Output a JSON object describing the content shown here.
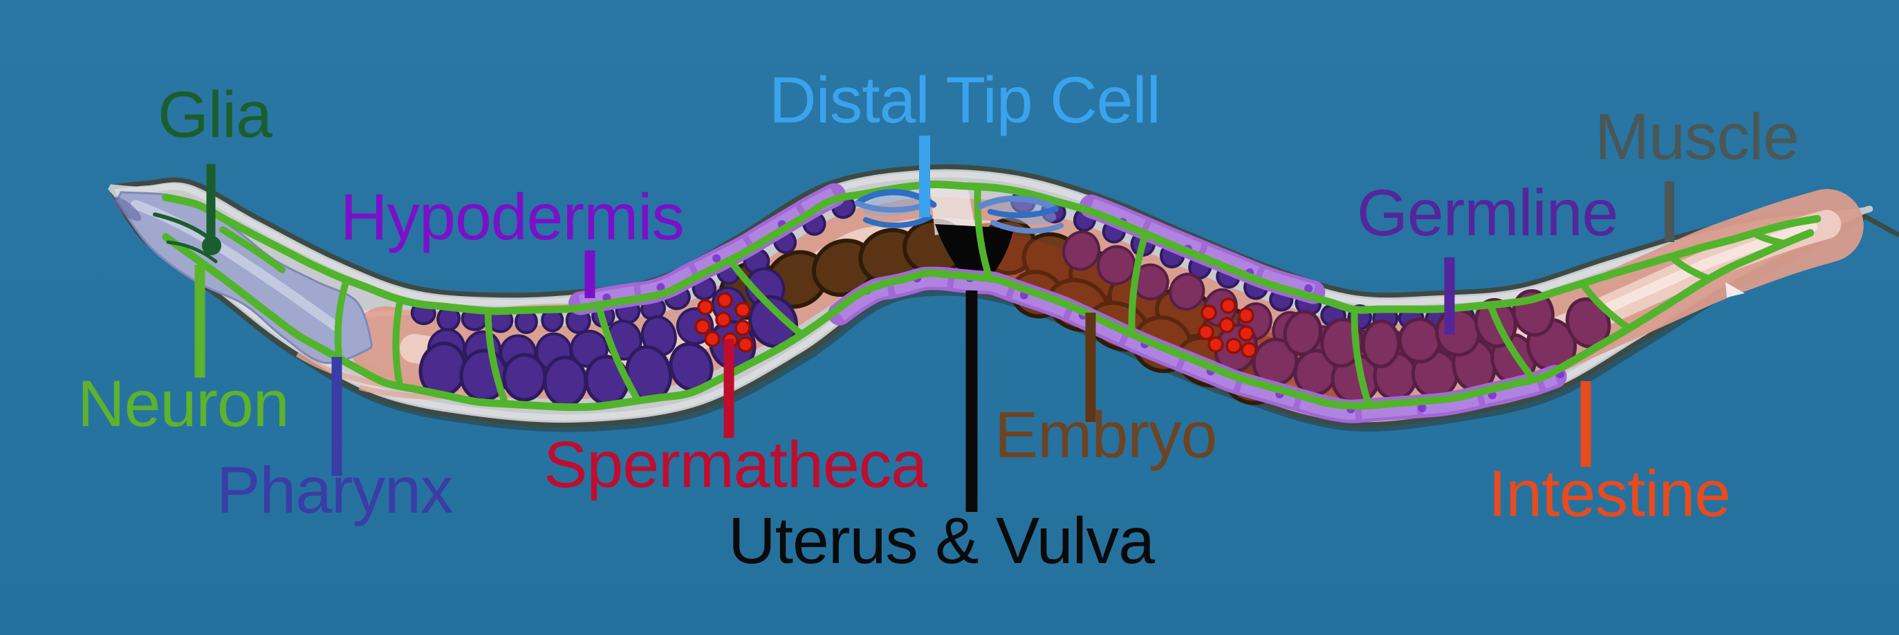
{
  "labels": {
    "glia": {
      "text": "Glia",
      "color": "#1a5e2e"
    },
    "neuron": {
      "text": "Neuron",
      "color": "#5cb32c"
    },
    "pharynx": {
      "text": "Pharynx",
      "color": "#3a3da6"
    },
    "hypodermis": {
      "text": "Hypodermis",
      "color": "#7b10c9"
    },
    "distal_tip_cell": {
      "text": "Distal Tip Cell",
      "color": "#3aa3ee"
    },
    "spermatheca": {
      "text": "Spermatheca",
      "color": "#bf0d2e"
    },
    "uterus_vulva": {
      "text": "Uterus & Vulva",
      "color": "#0a0a0a"
    },
    "embryo": {
      "text": "Embryo",
      "color": "#6d4423"
    },
    "germline": {
      "text": "Germline",
      "color": "#54269b"
    },
    "muscle": {
      "text": "Muscle",
      "color": "#4a5756"
    },
    "intestine": {
      "text": "Intestine",
      "color": "#e84b1e"
    }
  },
  "illustration": {
    "colors": {
      "background": "#2a76a4",
      "background_bottom": "#25719e",
      "outline": "#3d4a44",
      "shadow": "#2c3c38",
      "body": "#c8cace",
      "body_inner": "#dcdee2",
      "channel": "#eae7ec",
      "salmon": "#d99c8d",
      "salmon_light": "#efd0c8",
      "salmon_pale": "#f7e7e2",
      "muscle_outline": "#e2a89a",
      "auburn": "#a03a1a",
      "auburn_line": "#b5492a",
      "lavender": "#a0a8ce",
      "lavender_light": "#c7cce2",
      "lavender_edge": "#8088b8",
      "green": "#52b42c",
      "dark_green": "#1b5c2e",
      "indigo_cell": "#4b2b8e",
      "indigo_edge": "#2e1b5e",
      "plum_cell": "#7e3060",
      "plum_edge": "#581f44",
      "brown_cell": "#5a3415",
      "brown_edge": "#2e1c08",
      "brown_cell_right": "#6e3a1b",
      "hypodermis_band": "#a268d6",
      "hypodermis_cell": "#b285e2",
      "hypodermis_nucleus": "#7a2fd0",
      "sperm_dot": "#e62310",
      "sperm_edge": "#8c1207",
      "dtc_dark": "#2e6ec5",
      "dtc_mid": "#5f87cc",
      "dtc_fill": "#8aa8d8",
      "vulva": "#070707",
      "anus_white": "#f4f0f0",
      "tip_shade": "#5a639b",
      "embryo_line": "#5d3615"
    }
  }
}
